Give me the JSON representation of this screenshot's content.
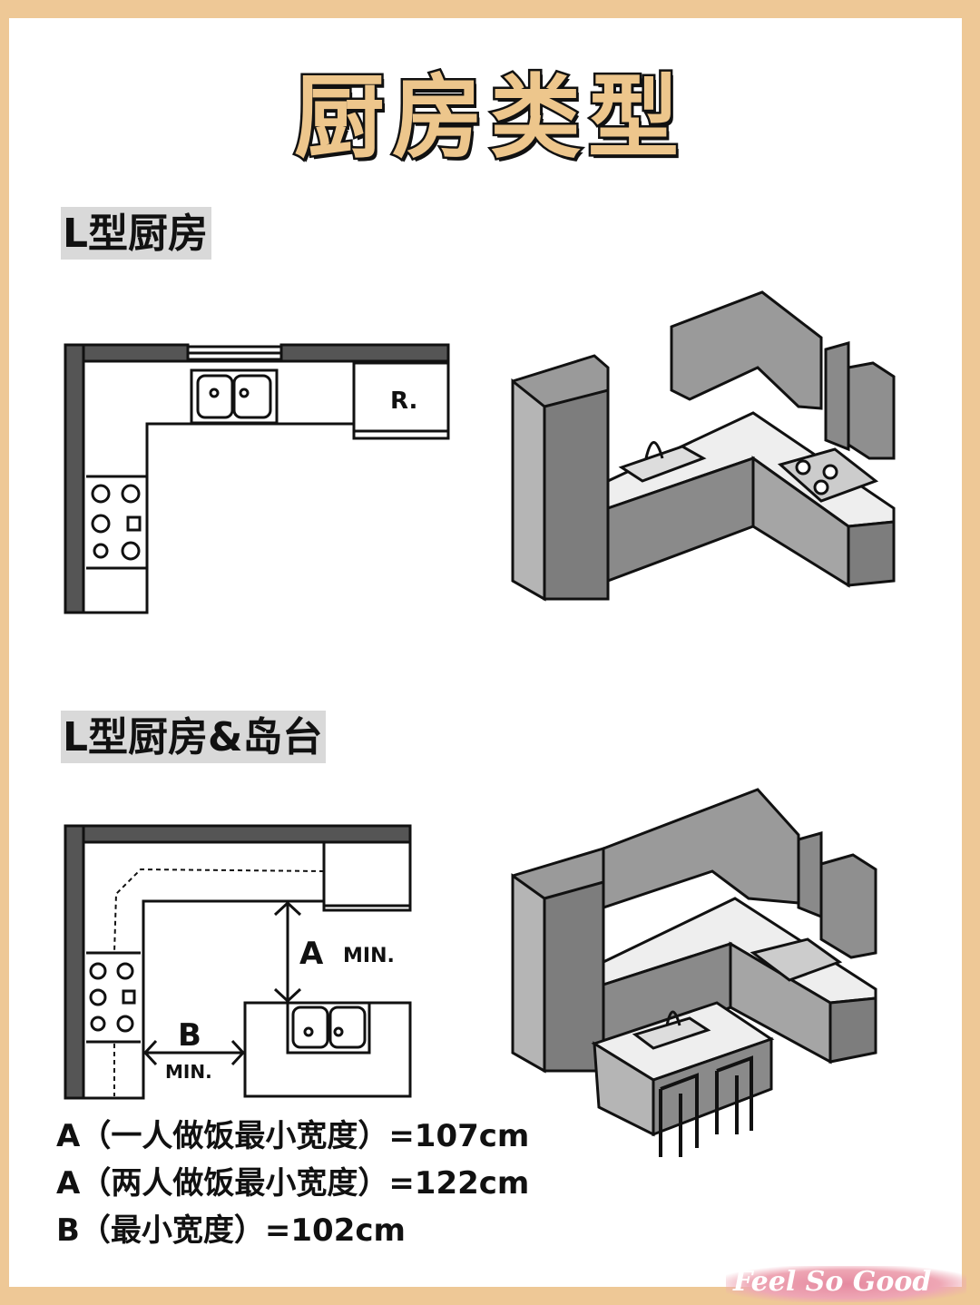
{
  "title": "厨房类型",
  "sections": [
    {
      "heading": "L型厨房",
      "plan_labels": {
        "fridge": "R."
      }
    },
    {
      "heading": "L型厨房&岛台",
      "plan_labels": {
        "a_letter": "A",
        "a_min": "MIN.",
        "b_letter": "B",
        "b_min": "MIN."
      }
    }
  ],
  "notes": [
    "A（一人做饭最小宽度）=107cm",
    "A（两人做饭最小宽度）=122cm",
    "B（最小宽度）=102cm"
  ],
  "watermark": "Feel So Good",
  "colors": {
    "border": "#EEC896",
    "title_fill": "#EDC68C",
    "wall": "#555555",
    "cabinet": "#9a9a9a"
  }
}
